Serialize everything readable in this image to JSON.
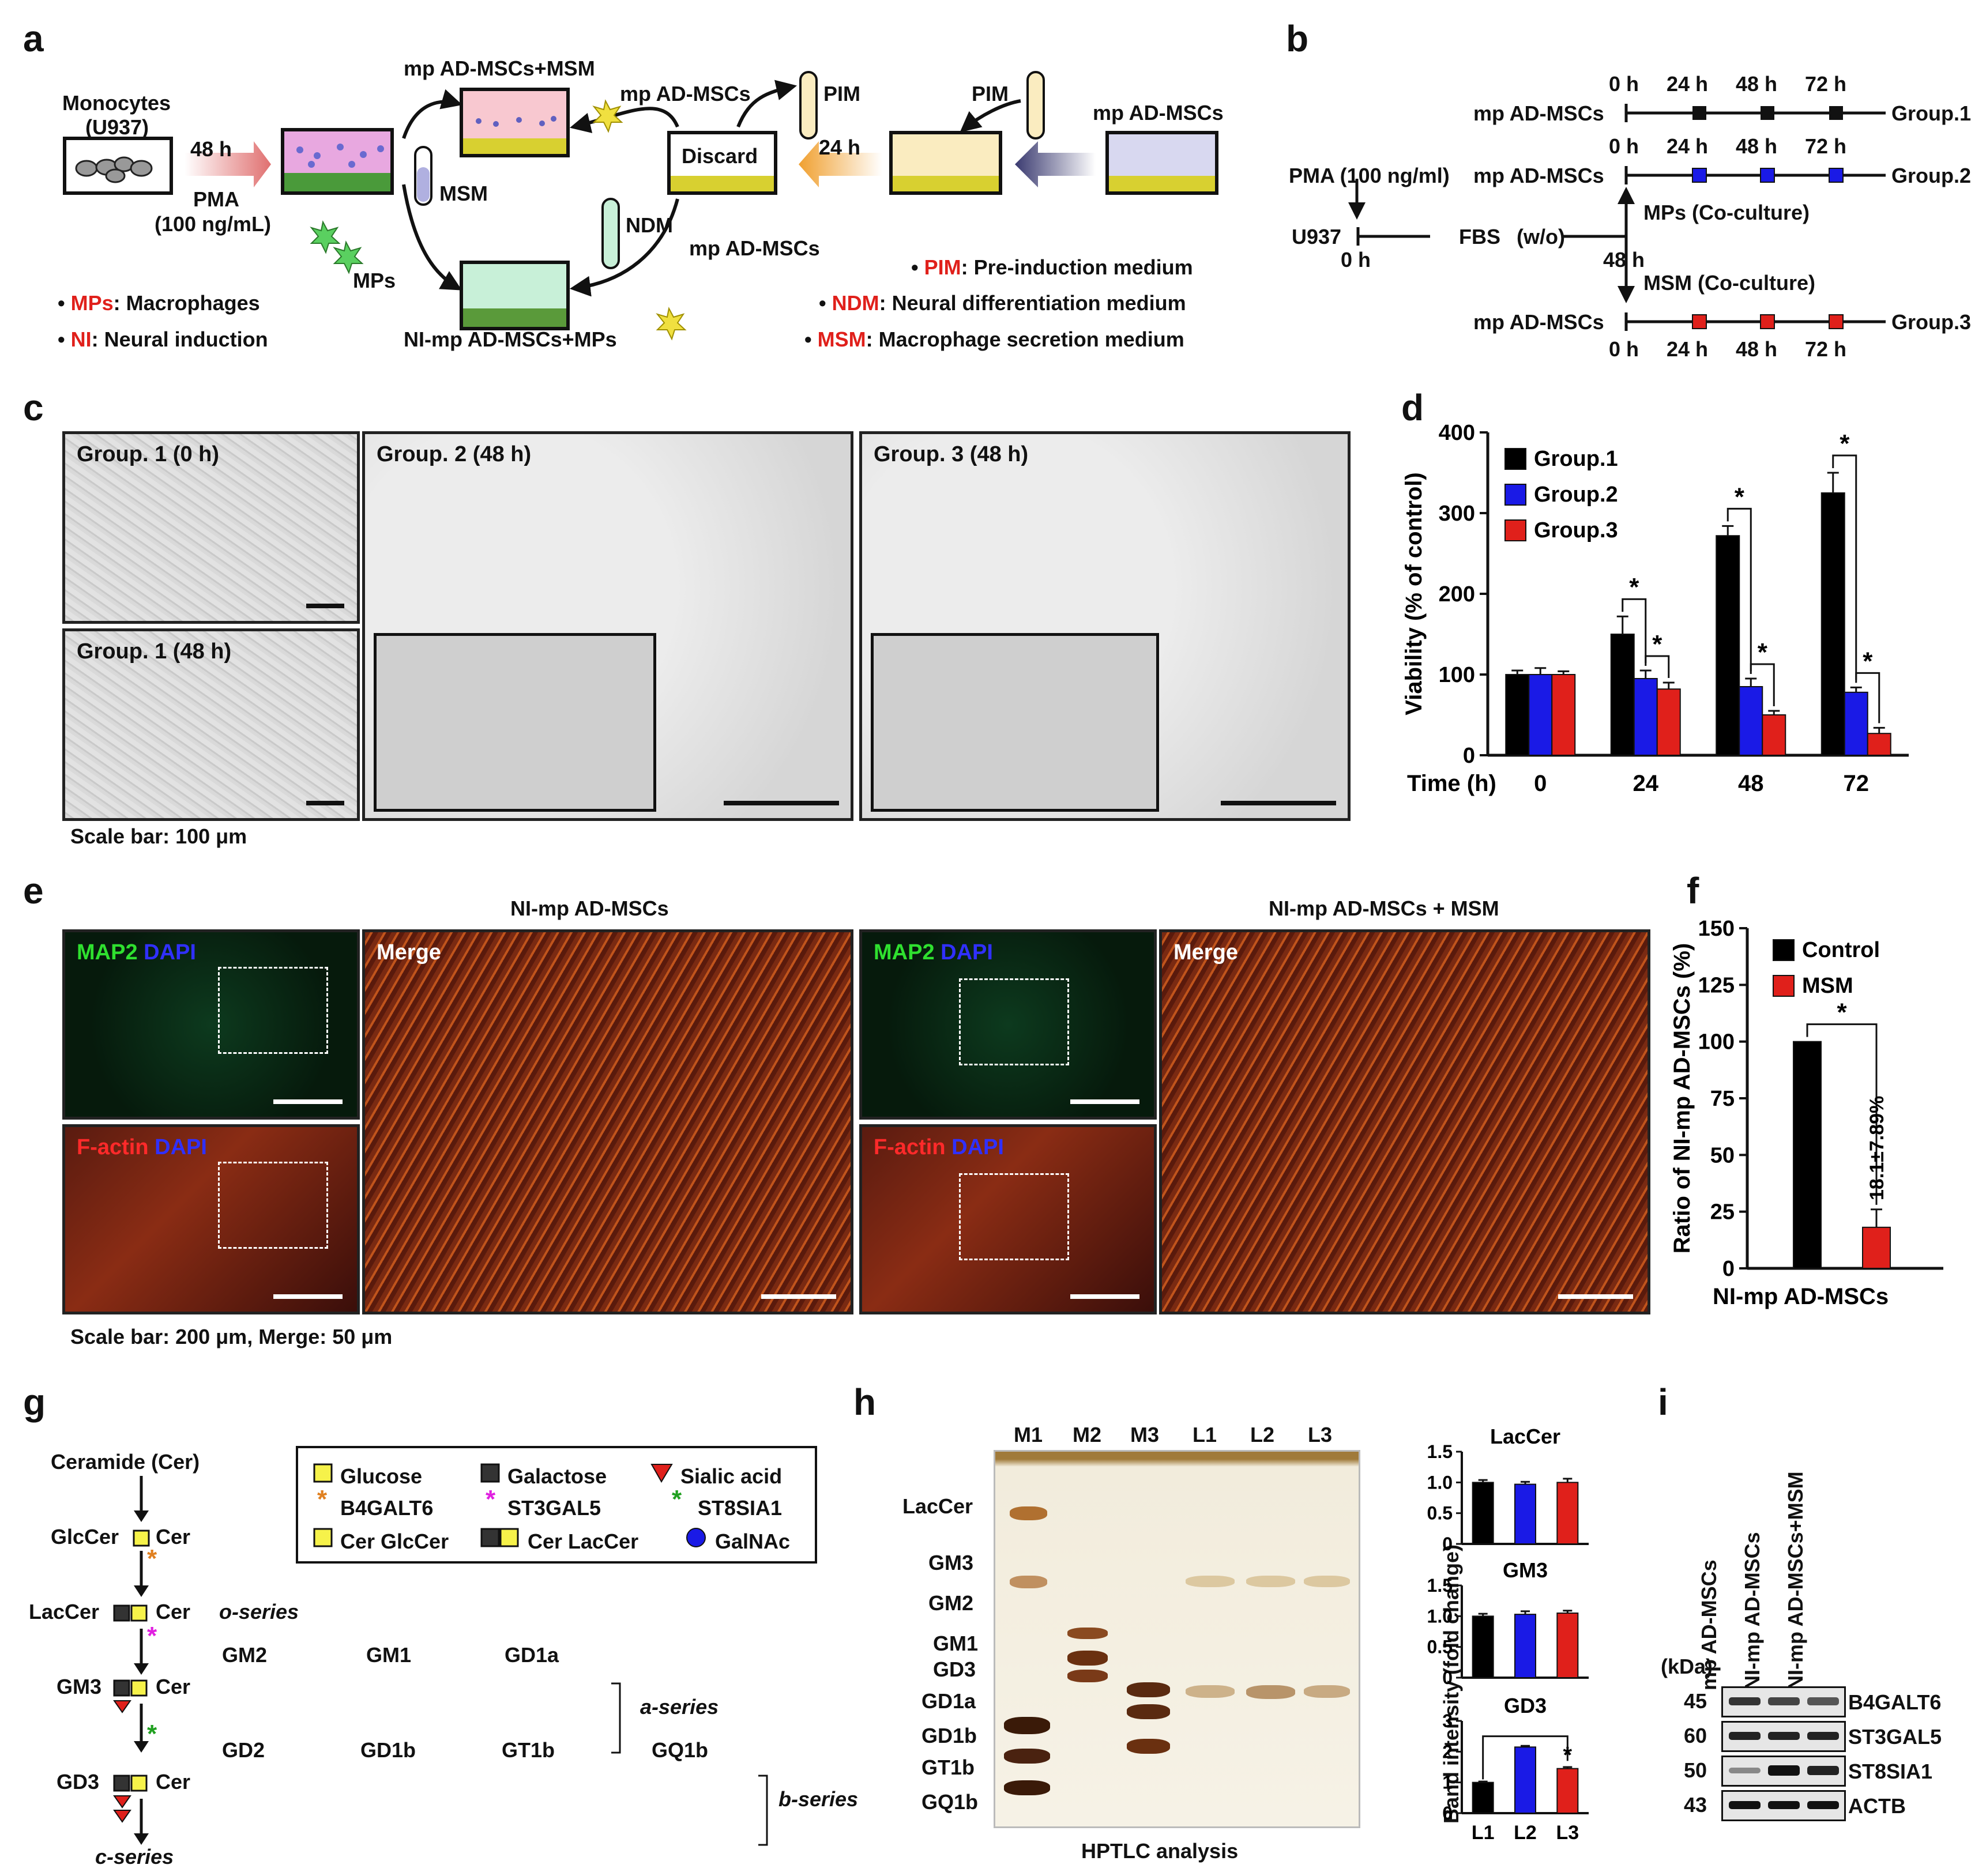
{
  "panels": {
    "a": {
      "label": "a",
      "monocytes": "Monocytes",
      "u937": "(U937)",
      "hours48": "48 h",
      "pma": "PMA",
      "pma_conc": "(100 ng/mL)",
      "mp_msm": "mp AD-MSCs+MSM",
      "mp_admsc_top": "mp AD-MSCs",
      "msm": "MSM",
      "pim_top": "PIM",
      "discard": "Discard",
      "hours24": "24 h",
      "pim_right": "PIM",
      "mp_admsc_right": "mp AD-MSCs",
      "ndm": "NDM",
      "mps": "MPs",
      "mp_admsc_bottom": "mp AD-MSCs",
      "ni_mp": "NI-mp AD-MSCs+MPs",
      "legend": [
        {
          "abbr": "MPs",
          "text": ": Macrophages"
        },
        {
          "abbr": "NI",
          "text": ": Neural induction"
        },
        {
          "abbr": "PIM",
          "text": ": Pre-induction medium"
        },
        {
          "abbr": "NDM",
          "text": ": Neural differentiation medium"
        },
        {
          "abbr": "MSM",
          "text": ": Macrophage secretion medium"
        }
      ]
    },
    "b": {
      "label": "b",
      "times": [
        "0 h",
        "24 h",
        "48 h",
        "72 h"
      ],
      "row_label": "mp AD-MSCs",
      "groups": [
        "Group.1",
        "Group.2",
        "Group.3"
      ],
      "pma": "PMA (100 ng/ml)",
      "u937": "U937",
      "zero_h": "0 h",
      "fbs": "FBS",
      "wo": "(w/o)",
      "h48": "48 h",
      "mps_co": "MPs (Co-culture)",
      "msm_co": "MSM (Co-culture)"
    },
    "c": {
      "label": "c",
      "titles": [
        "Group. 1 (0 h)",
        "Group. 1 (48 h)",
        "Group. 2 (48 h)",
        "Group. 3 (48 h)"
      ],
      "scale": "Scale bar: 100 μm"
    },
    "e": {
      "label": "e",
      "title_left": "NI-mp AD-MSCs",
      "title_right": "NI-mp AD-MSCs + MSM",
      "map2": "MAP2",
      "dapi": "DAPI",
      "factin": "F-actin",
      "merge": "Merge",
      "scale": "Scale bar: 200 μm, Merge: 50 μm"
    },
    "g": {
      "label": "g",
      "ceramide": "Ceramide (Cer)",
      "glccer": "GlcCer",
      "lactcer": "LacCer",
      "cer": "Cer",
      "oseries": "o-series",
      "aseries": "a-series",
      "bseries": "b-series",
      "cseries": "c-series",
      "a_names": [
        "GM3",
        "GM2",
        "GM1",
        "GD1a"
      ],
      "b_names": [
        "GD3",
        "GD2",
        "GD1b",
        "GT1b",
        "GQ1b"
      ],
      "legend": {
        "glucose": "Glucose",
        "galactose": "Galactose",
        "sialic": "Sialic acid",
        "b4galt6": "B4GALT6",
        "st3gal5": "ST3GAL5",
        "st8sia1": "ST8SIA1",
        "cer_glccer": "Cer GlcCer",
        "cer_laccer": "Cer LacCer",
        "galnac": "GalNAc"
      }
    },
    "h": {
      "label": "h",
      "lanes": [
        "M1",
        "M2",
        "M3",
        "L1",
        "L2",
        "L3"
      ],
      "bands": [
        "LacCer",
        "GM3",
        "GM2",
        "GM1",
        "GD3",
        "GD1a",
        "GD1b",
        "GT1b",
        "GQ1b"
      ],
      "caption": "HPTLC analysis",
      "ylabel": "Band intensity (fold change)"
    },
    "i": {
      "label": "i",
      "kda": "(kDa)",
      "lanes": [
        "mp AD-MSCs",
        "NI-mp AD-MSCs",
        "NI-mp AD-MSCs+MSM"
      ],
      "markers": [
        "45",
        "60",
        "50",
        "43"
      ],
      "proteins": [
        "B4GALT6",
        "ST3GAL5",
        "ST8SIA1",
        "ACTB"
      ]
    }
  },
  "chart_data": [
    {
      "panel": "d",
      "label": "d",
      "type": "bar",
      "categories": [
        "0",
        "24",
        "48",
        "72"
      ],
      "xlabel": "Time (h)",
      "ylabel": "Viability (% of control)",
      "ylim": [
        0,
        400
      ],
      "yticks": [
        "0",
        "100",
        "200",
        "300",
        "400"
      ],
      "legend_position": "top-left",
      "series": [
        {
          "name": "Group.1",
          "color": "#000000",
          "values": [
            100,
            150,
            272,
            325
          ],
          "errors": [
            5,
            22,
            12,
            25
          ]
        },
        {
          "name": "Group.2",
          "color": "#1a1ae6",
          "values": [
            100,
            95,
            85,
            78
          ],
          "errors": [
            8,
            10,
            10,
            6
          ]
        },
        {
          "name": "Group.3",
          "color": "#e0201b",
          "values": [
            100,
            82,
            50,
            27
          ],
          "errors": [
            4,
            8,
            5,
            7
          ]
        }
      ],
      "significance": "*"
    },
    {
      "panel": "f",
      "label": "f",
      "type": "bar",
      "categories": [
        "Control",
        "MSM"
      ],
      "xlabel": "NI-mp AD-MSCs",
      "ylabel": "Ratio of NI-mp AD-MSCs (%)",
      "ylim": [
        0,
        150
      ],
      "yticks": [
        "0",
        "25",
        "50",
        "75",
        "100",
        "125",
        "150"
      ],
      "legend_position": "top-right",
      "series": [
        {
          "name": "Control",
          "color": "#000000",
          "values": [
            100
          ]
        },
        {
          "name": "MSM",
          "color": "#e0201b",
          "values": [
            18.1
          ],
          "errors": [
            7.89
          ]
        }
      ],
      "annotation": "18.1±7.89%",
      "significance": "*"
    },
    {
      "panel": "h-LacCer",
      "type": "bar",
      "title": "LacCer",
      "categories": [
        "L1",
        "L2",
        "L3"
      ],
      "colors": [
        "#000000",
        "#1a1ae6",
        "#e0201b"
      ],
      "values": [
        1.0,
        0.97,
        1.0
      ],
      "errors": [
        0.04,
        0.04,
        0.06
      ],
      "ylim": [
        0,
        1.5
      ],
      "yticks": [
        "0",
        "0.5",
        "1.0",
        "1.5"
      ]
    },
    {
      "panel": "h-GM3",
      "type": "bar",
      "title": "GM3",
      "categories": [
        "L1",
        "L2",
        "L3"
      ],
      "colors": [
        "#000000",
        "#1a1ae6",
        "#e0201b"
      ],
      "values": [
        1.0,
        1.03,
        1.05
      ],
      "errors": [
        0.04,
        0.05,
        0.04
      ],
      "ylim": [
        0,
        1.5
      ],
      "yticks": [
        "0",
        "0.5",
        "1.0",
        "1.5"
      ]
    },
    {
      "panel": "h-GD3",
      "type": "bar",
      "title": "GD3",
      "categories": [
        "L1",
        "L2",
        "L3"
      ],
      "colors": [
        "#000000",
        "#1a1ae6",
        "#e0201b"
      ],
      "values": [
        1.0,
        2.15,
        1.45
      ],
      "errors": [
        0.03,
        0.04,
        0.05
      ],
      "ylim": [
        0,
        3
      ],
      "yticks": [
        "0",
        "1",
        "2",
        "3"
      ],
      "significance": "*"
    }
  ]
}
